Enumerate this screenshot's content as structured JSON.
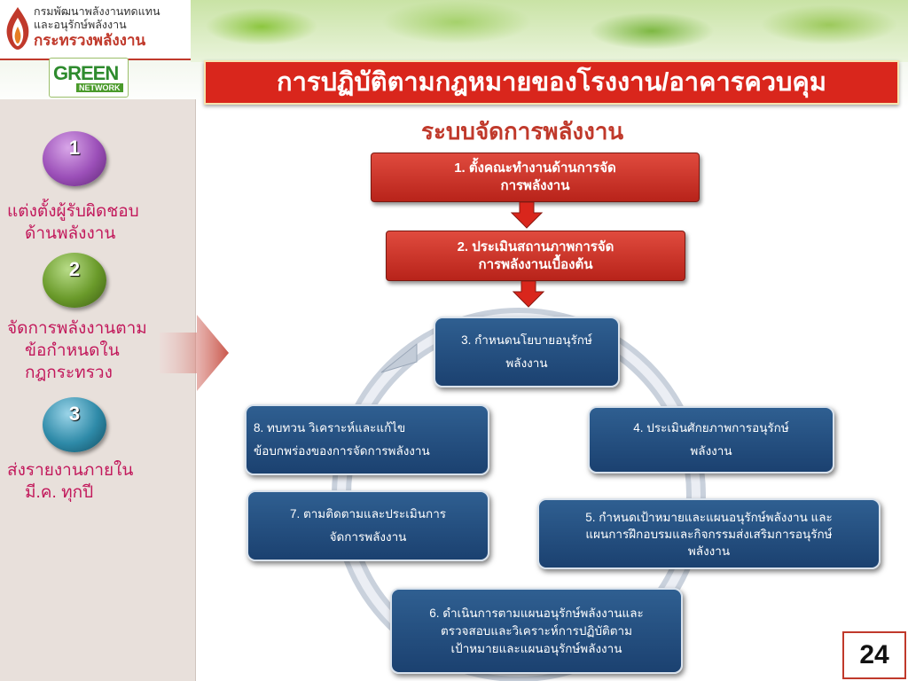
{
  "header": {
    "ministry_line1": "กรมพัฒนาพลังงานทดแทน",
    "ministry_line2": "และอนุรักษ์พลังงาน",
    "ministry_line3": "กระทรวงพลังงาน",
    "green_logo_text": "GREEN",
    "green_logo_sub": "NETWORK",
    "title": "การปฏิบัติตามกฎหมายของโรงงาน/อาคารควบคุม"
  },
  "sidebar": {
    "steps": [
      {
        "number": "1",
        "lines": [
          "แต่งตั้งผู้รับผิดชอบ",
          "ด้านพลังงาน"
        ]
      },
      {
        "number": "2",
        "lines": [
          "จัดการพลังงานตาม",
          "ข้อกำหนดใน",
          "กฎกระทรวง"
        ]
      },
      {
        "number": "3",
        "lines": [
          "ส่งรายงานภายใน",
          "มี.ค. ทุกปี"
        ]
      }
    ]
  },
  "diagram": {
    "subtitle": "ระบบจัดการพลังงาน",
    "step1": [
      "1. ตั้งคณะทำงานด้านการจัด",
      "การพลังงาน"
    ],
    "step2": [
      "2. ประเมินสถานภาพการจัด",
      "การพลังงานเบื้องต้น"
    ],
    "step3": [
      "3. กำหนดนโยบายอนุรักษ์",
      "พลังงาน"
    ],
    "step4": [
      "4. ประเมินศักยภาพการอนุรักษ์",
      "พลังงาน"
    ],
    "step5": [
      "5. กำหนดเป้าหมายและแผนอนุรักษ์พลังงาน และ",
      "แผนการฝึกอบรมและกิจกรรมส่งเสริมการอนุรักษ์",
      "พลังงาน"
    ],
    "step6": [
      "6. ดำเนินการตามแผนอนุรักษ์พลังงานและ",
      "ตรวจสอบและวิเคราะห์การปฏิบัติตาม",
      "เป้าหมายและแผนอนุรักษ์พลังงาน"
    ],
    "step7": [
      "7. ตามติดตามและประเมินการ",
      "จัดการพลังงาน"
    ],
    "step8": [
      "8. ทบทวน วิเคราะห์และแก้ไข",
      "ข้อบกพร่องของการจัดการพลังงาน"
    ]
  },
  "page_number": "24",
  "colors": {
    "title_bg": "#d9261c",
    "red_box": "#c62d22",
    "blue_box": "#1f4a7c",
    "sidebar_text": "#c2185b",
    "sidebar_bg": "#e8e0db"
  }
}
